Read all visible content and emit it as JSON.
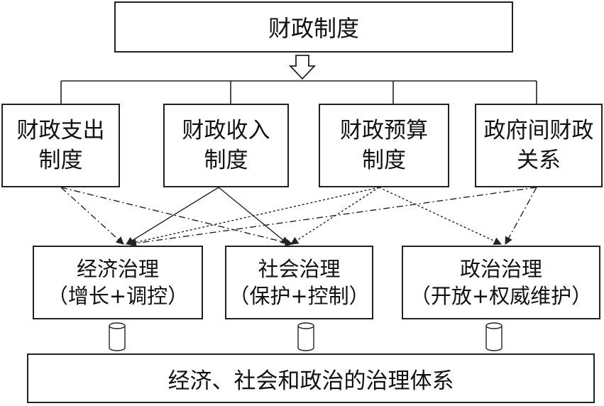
{
  "top": {
    "label": "财政制度"
  },
  "institutions": [
    {
      "line1": "财政支出",
      "line2": "制度"
    },
    {
      "line1": "财政收入",
      "line2": "制度"
    },
    {
      "line1": "财政预算",
      "line2": "制度"
    },
    {
      "line1": "政府间财政",
      "line2": "关系"
    }
  ],
  "governance": [
    {
      "line1": "经济治理",
      "line2": "（增长+调控）"
    },
    {
      "line1": "社会治理",
      "line2": "（保护+控制）"
    },
    {
      "line1": "政治治理",
      "line2": "（开放+权威维护）"
    }
  ],
  "bottom": {
    "label": "经济、社会和政治的治理体系"
  },
  "colors": {
    "stroke": "#222222",
    "background": "#ffffff"
  }
}
